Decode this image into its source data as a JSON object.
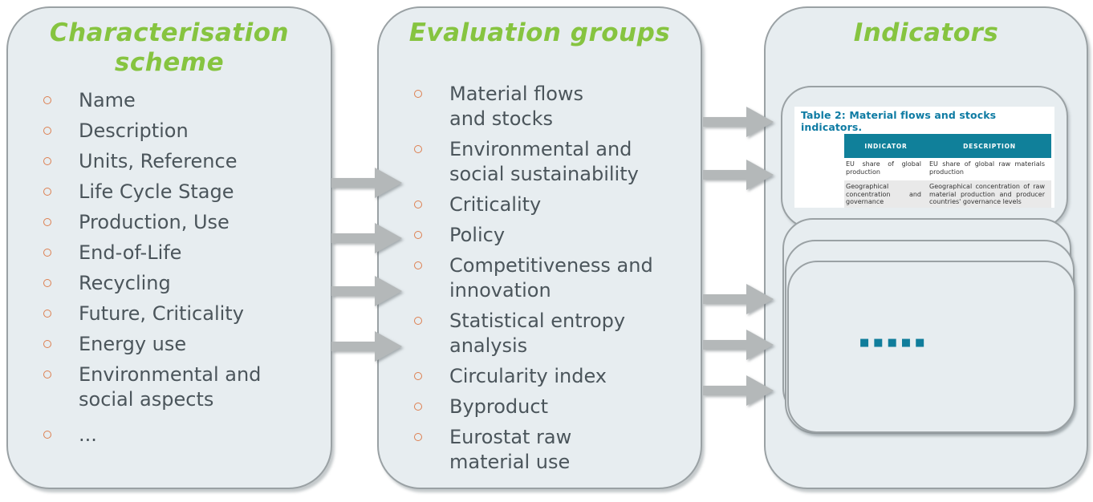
{
  "colors": {
    "page_bg": "#ffffff",
    "panel_fill": "#e7edf0",
    "panel_border": "#9aa1a4",
    "title_green": "#86c440",
    "bullet_orange": "#dd7f50",
    "list_text": "#4b555b",
    "arrow_gray": "#b4b8b9",
    "teal": "#10809a",
    "caption_teal": "#0e7ba3",
    "table_alt_row": "#e9e9e9"
  },
  "panels": {
    "characterisation": {
      "title": "Characterisation\nscheme",
      "items": [
        "Name",
        "Description",
        "Units, Reference",
        "Life Cycle Stage",
        "Production, Use",
        "End-of-Life",
        "Recycling",
        "Future, Criticality",
        "Energy use",
        "Environmental and\nsocial aspects",
        "..."
      ]
    },
    "evaluation": {
      "title": "Evaluation groups",
      "items": [
        "Material flows\nand stocks",
        "Environmental and\nsocial sustainability",
        "Criticality",
        "Policy",
        "Competitiveness and\ninnovation",
        "Statistical entropy\nanalysis",
        "Circularity index",
        "Byproduct",
        "Eurostat raw\nmaterial use"
      ]
    },
    "indicators": {
      "title": "Indicators",
      "table_caption": "Table 2: Material flows and stocks indicators.",
      "table_headers": [
        "INDICATOR",
        "DESCRIPTION"
      ],
      "table_rows": [
        [
          "EU share of global production",
          "EU share of global raw materials production"
        ],
        [
          "Geographical concentration and governance",
          "Geographical concentration of raw material production and producer countries' governance levels"
        ]
      ],
      "ellipsis": "■■■■■"
    }
  }
}
